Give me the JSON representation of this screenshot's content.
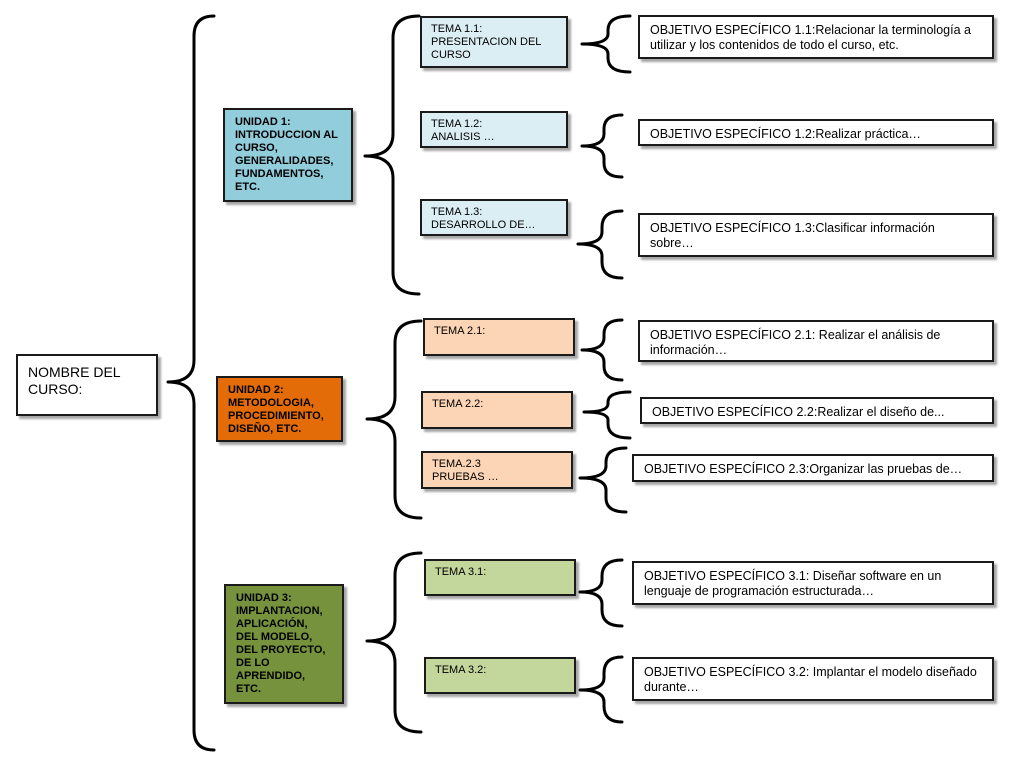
{
  "course": {
    "label": "NOMBRE DEL\nCURSO:"
  },
  "colors": {
    "unit1_fill": "#92cddc",
    "unit2_fill": "#e36c09",
    "unit3_fill": "#76923c",
    "topic1_fill": "#dbeef4",
    "topic2_fill": "#fbd5b5",
    "topic3_fill": "#c3d69b"
  },
  "units": [
    {
      "label": "UNIDAD  1:\nINTRODUCCION AL\nCURSO,\nGENERALIDADES,\nFUNDAMENTOS,\nETC.",
      "topics": [
        {
          "label": "TEMA 1.1:\nPRESENTACION DEL\nCURSO",
          "objective": "OBJETIVO ESPECÍFICO 1.1:Relacionar la terminología a utilizar y los contenidos de todo el curso, etc."
        },
        {
          "label": "TEMA 1.2:\nANALISIS …",
          "objective": "OBJETIVO ESPECÍFICO 1.2:Realizar práctica…"
        },
        {
          "label": "TEMA 1.3:\nDESARROLLO DE…",
          "objective": "OBJETIVO ESPECÍFICO 1.3:Clasificar información sobre…"
        }
      ]
    },
    {
      "label": "UNIDAD 2:\nMETODOLOGIA,\nPROCEDIMIENTO,\nDISEÑO, ETC.",
      "topics": [
        {
          "label": "TEMA 2.1:",
          "objective": "OBJETIVO ESPECÍFICO 2.1: Realizar el análisis de información…"
        },
        {
          "label": "TEMA 2.2:",
          "objective": "OBJETIVO ESPECÍFICO 2.2:Realizar  el diseño de..."
        },
        {
          "label": "TEMA.2.3\nPRUEBAS …",
          "objective": "OBJETIVO ESPECÍFICO 2.3:Organizar las pruebas de…"
        }
      ]
    },
    {
      "label": "UNIDAD 3:\nIMPLANTACION,\nAPLICACIÓN,\nDEL MODELO,\nDEL PROYECTO,\nDE LO\nAPRENDIDO,\nETC.",
      "topics": [
        {
          "label": "TEMA 3.1:",
          "objective": "OBJETIVO ESPECÍFICO 3.1: Diseñar software en un lenguaje de programación estructurada…"
        },
        {
          "label": "TEMA 3.2:",
          "objective": "OBJETIVO ESPECÍFICO 3.2: Implantar el modelo diseñado durante…"
        }
      ]
    }
  ]
}
